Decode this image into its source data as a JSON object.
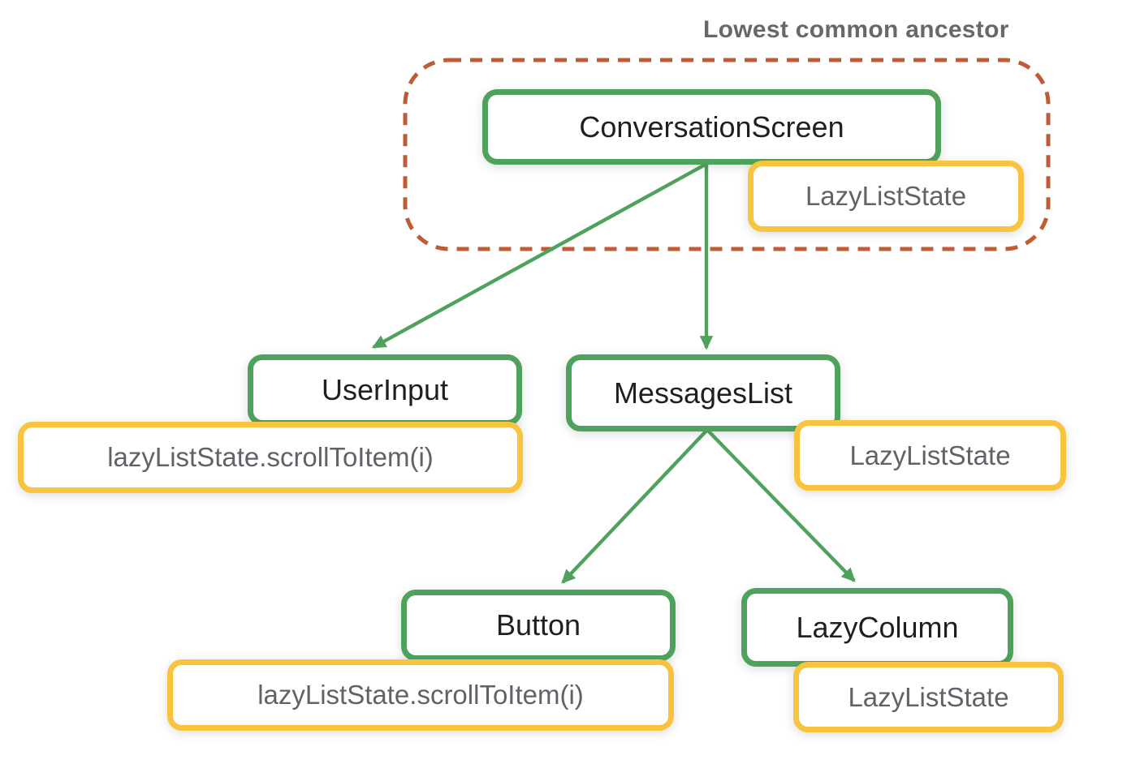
{
  "diagram": {
    "annotation": "Lowest common ancestor",
    "nodes": [
      {
        "id": "ConversationScreen",
        "label": "ConversationScreen"
      },
      {
        "id": "UserInput",
        "label": "UserInput"
      },
      {
        "id": "MessagesList",
        "label": "MessagesList"
      },
      {
        "id": "Button",
        "label": "Button"
      },
      {
        "id": "LazyColumn",
        "label": "LazyColumn"
      }
    ],
    "states": [
      {
        "attached_to": "ConversationScreen",
        "label": "LazyListState"
      },
      {
        "attached_to": "UserInput",
        "label": "lazyListState.scrollToItem(i)"
      },
      {
        "attached_to": "MessagesList",
        "label": "LazyListState"
      },
      {
        "attached_to": "Button",
        "label": "lazyListState.scrollToItem(i)"
      },
      {
        "attached_to": "LazyColumn",
        "label": "LazyListState"
      }
    ],
    "edges": [
      {
        "from": "ConversationScreen",
        "to": "UserInput"
      },
      {
        "from": "ConversationScreen",
        "to": "MessagesList"
      },
      {
        "from": "MessagesList",
        "to": "Button"
      },
      {
        "from": "MessagesList",
        "to": "LazyColumn"
      }
    ],
    "lowest_common_ancestor_contains": [
      "ConversationScreen",
      "LazyListState"
    ],
    "colors": {
      "node_border": "#4FA25C",
      "state_border": "#F8C440",
      "arrow": "#4FA25C",
      "ancestor_outline": "#C05C35",
      "node_text": "#1F1F1F",
      "state_text": "#5F6368",
      "annotation_text": "#686868"
    }
  }
}
